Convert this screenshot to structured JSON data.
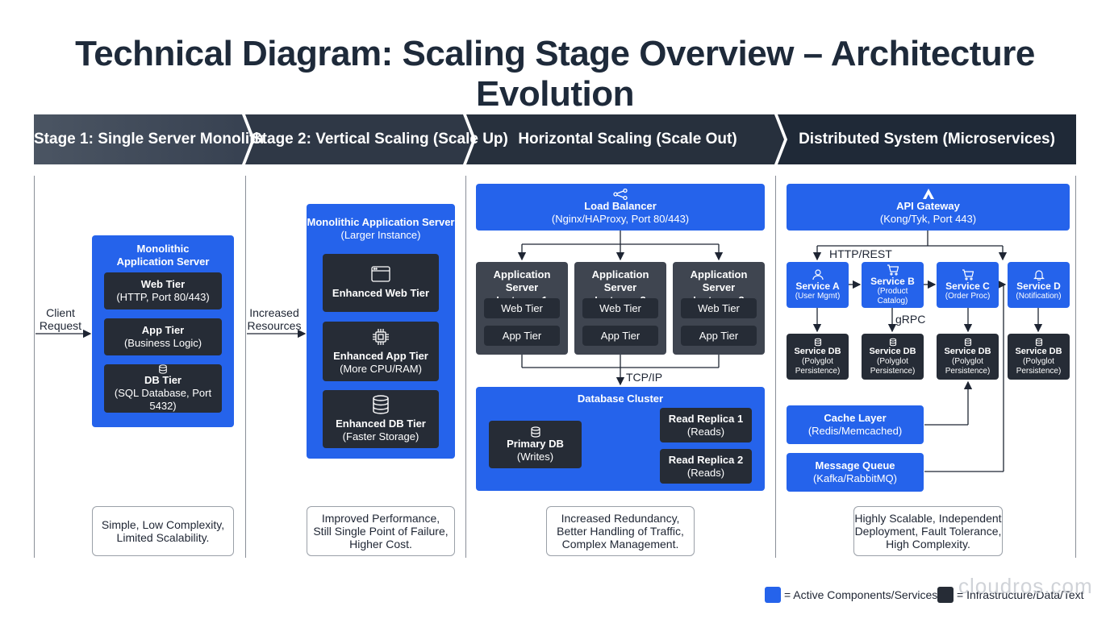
{
  "title": "Technical Diagram: Scaling Stage Overview – Architecture Evolution",
  "stages": [
    {
      "label": "Stage 1: Single Server Monolith"
    },
    {
      "label": "Stage 2: Vertical Scaling (Scale Up)"
    },
    {
      "label": "Horizontal Scaling (Scale Out)"
    },
    {
      "label": "Distributed System (Microservices)"
    }
  ],
  "stage1": {
    "input_label": "Client\nRequest",
    "server_title": "Monolithic\nApplication Server",
    "web_tier": {
      "title": "Web Tier",
      "sub": "(HTTP, Port 80/443)"
    },
    "app_tier": {
      "title": "App Tier",
      "sub": "(Business Logic)"
    },
    "db_tier": {
      "title": "DB Tier",
      "sub": "(SQL Database, Port 5432)"
    },
    "note": "Simple, Low Complexity,\nLimited Scalability."
  },
  "stage2": {
    "input_label": "Increased\nResources",
    "server_title": "Monolithic Application Server",
    "server_sub": "(Larger Instance)",
    "web_tier": {
      "title": "Enhanced Web Tier"
    },
    "app_tier": {
      "title": "Enhanced App Tier",
      "sub": "(More CPU/RAM)"
    },
    "db_tier": {
      "title": "Enhanced DB Tier",
      "sub": "(Faster Storage)"
    },
    "note": "Improved Performance,\nStill Single Point of Failure,\nHigher Cost."
  },
  "stage3": {
    "lb_title": "Load Balancer",
    "lb_sub": "(Nginx/HAProxy, Port 80/443)",
    "instances": [
      {
        "title": "Application Server\nInstance 1",
        "web": "Web Tier",
        "app": "App Tier"
      },
      {
        "title": "Application Server\nInstance 2",
        "web": "Web Tier",
        "app": "App Tier"
      },
      {
        "title": "Application Server\nInstance 3",
        "web": "Web Tier",
        "app": "App Tier"
      }
    ],
    "tcp_label": "TCP/IP",
    "db_cluster_title": "Database Cluster",
    "primary": {
      "title": "Primary DB",
      "sub": "(Writes)"
    },
    "replica1": {
      "title": "Read Replica 1",
      "sub": "(Reads)"
    },
    "replica2": {
      "title": "Read Replica 2",
      "sub": "(Reads)"
    },
    "note": "Increased Redundancy,\nBetter Handling of Traffic,\nComplex Management."
  },
  "stage4": {
    "gateway_title": "API Gateway",
    "gateway_sub": "(Kong/Tyk, Port 443)",
    "http_label": "HTTP/REST",
    "grpc_label": "gRPC",
    "services": [
      {
        "title": "Service A",
        "sub": "(User Mgmt)"
      },
      {
        "title": "Service B",
        "sub": "(Product Catalog)"
      },
      {
        "title": "Service C",
        "sub": "(Order Proc)"
      },
      {
        "title": "Service D",
        "sub": "(Notification)"
      }
    ],
    "dbs": [
      {
        "title": "Service DB",
        "sub": "(Polyglot\nPersistence)"
      },
      {
        "title": "Service DB",
        "sub": "(Polyglot\nPersistence)"
      },
      {
        "title": "Service DB",
        "sub": "(Polyglot\nPersistence)"
      },
      {
        "title": "Service DB",
        "sub": "(Polyglot\nPersistence)"
      }
    ],
    "cache": {
      "title": "Cache Layer",
      "sub": "(Redis/Memcached)"
    },
    "mq": {
      "title": "Message Queue",
      "sub": "(Kafka/RabbitMQ)"
    },
    "note": "Highly Scalable, Independent\nDeployment, Fault Tolerance,\nHigh Complexity."
  },
  "legend": {
    "active": "= Active Components/Services",
    "infra": "= Infrastructure/Data/Text",
    "active_color": "#2563eb",
    "infra_color": "#262c36"
  },
  "watermark": "cloudros.com",
  "colors": {
    "blue": "#2563eb",
    "dark": "#262c36",
    "banner": "#1f2937"
  }
}
